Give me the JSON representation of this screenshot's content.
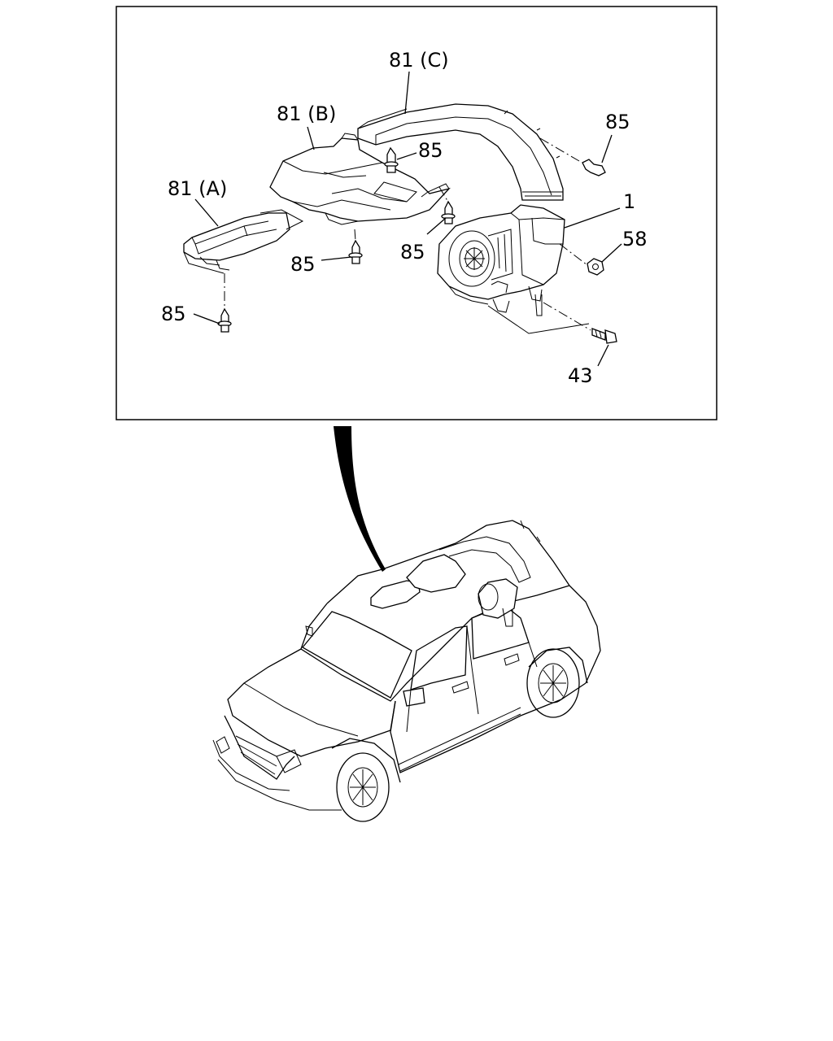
{
  "callouts": {
    "c81c": "81 (C)",
    "c81b": "81 (B)",
    "c81a": "81 (A)",
    "c85_top_right": "85",
    "c85_center": "85",
    "c85_mid_right": "85",
    "c85_mid_left": "85",
    "c85_bottom_left": "85",
    "c1": "1",
    "c58": "58",
    "c43": "43"
  }
}
